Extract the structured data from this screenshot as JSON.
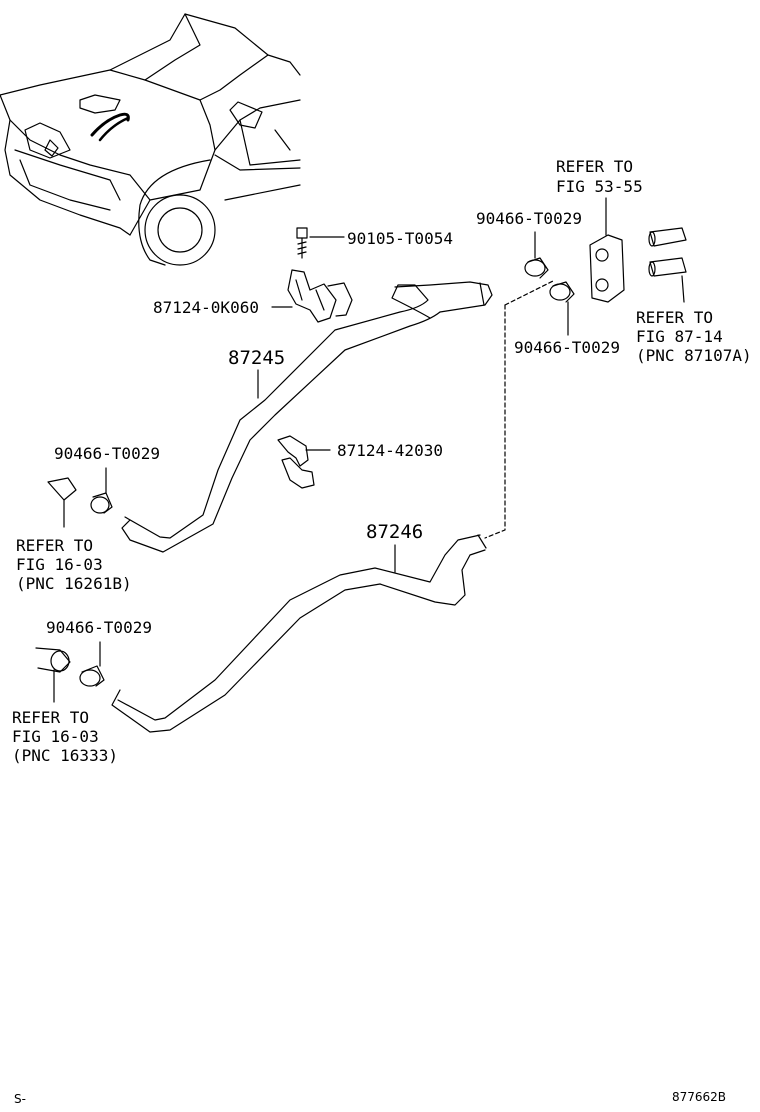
{
  "colors": {
    "line": "#000000",
    "background": "#ffffff"
  },
  "labels": {
    "refer_53_55": {
      "line1": "REFER TO",
      "line2": "FIG 53-55"
    },
    "part_90466_top_left": "90466-T0029",
    "part_90105": "90105-T0054",
    "part_87124_0k060": "87124-0K060",
    "part_90466_top_right": "90466-T0029",
    "refer_87_14": {
      "line1": "REFER TO",
      "line2": "FIG 87-14",
      "line3": "(PNC 87107A)"
    },
    "part_87245": "87245",
    "part_87124_42030": "87124-42030",
    "part_90466_mid_left": "90466-T0029",
    "refer_16_03_a": {
      "line1": "REFER TO",
      "line2": "FIG 16-03",
      "line3": "(PNC 16261B)"
    },
    "part_87246": "87246",
    "part_90466_low_left": "90466-T0029",
    "refer_16_03_b": {
      "line1": "REFER TO",
      "line2": "FIG 16-03",
      "line3": "(PNC 16333)"
    },
    "footer_left": "S-",
    "footer_right": "877662B"
  }
}
